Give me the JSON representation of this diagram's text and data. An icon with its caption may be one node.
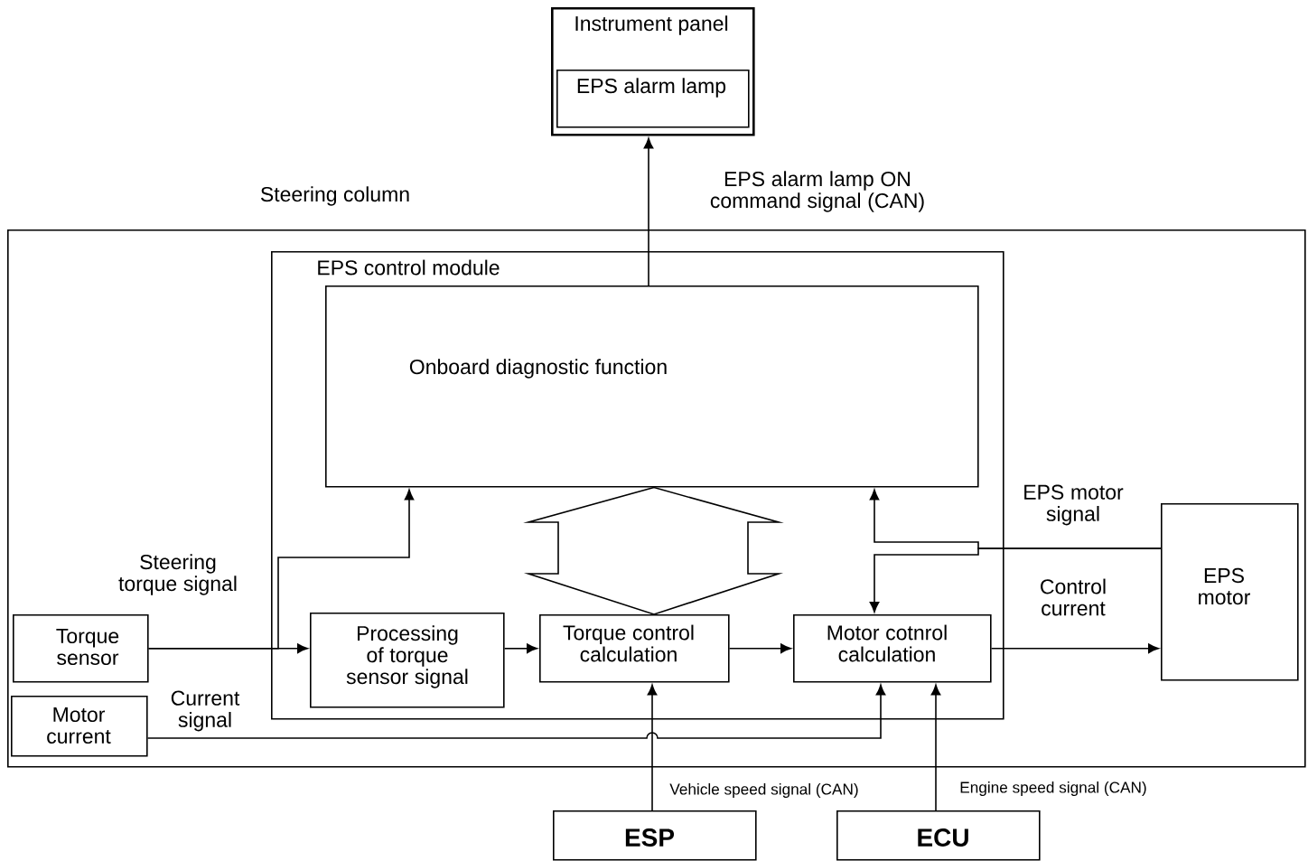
{
  "diagram": {
    "nodes": [
      {
        "text": [
          "Instrument panel"
        ]
      },
      {
        "text": [
          "EPS alarm lamp"
        ],
        "in": 0
      },
      {
        "text": [
          "Steering column"
        ]
      },
      {
        "text": [
          "EPS control module"
        ],
        "in": 2
      },
      {
        "text": [
          "Onboard diagnostic function"
        ],
        "in": 3
      },
      {
        "text": [
          "Torque sensor"
        ],
        "in": 2
      },
      {
        "text": [
          "Motor current"
        ],
        "in": 2
      },
      {
        "text": [
          "Processing of torque sensor signal"
        ],
        "in": 3
      },
      {
        "text": [
          "Torque control calculation"
        ],
        "in": 3
      },
      {
        "text": [
          "Motor cotnrol calculation"
        ],
        "in": 3
      },
      {
        "text": [
          "EPS motor"
        ],
        "in": 2
      },
      {
        "text": [
          "ESP"
        ]
      },
      {
        "text": [
          "ECU"
        ]
      }
    ],
    "edges": [
      {
        "from": 4,
        "to": 0,
        "arrow": "to",
        "label": "EPS alarm lamp ON command signal (CAN)"
      },
      {
        "from": 5,
        "to": 7,
        "arrow": "to",
        "label": "Steering torque signal"
      },
      {
        "from": 5,
        "to": 4,
        "arrow": "to"
      },
      {
        "from": 7,
        "to": 8,
        "arrow": "to"
      },
      {
        "from": 8,
        "to": 9,
        "arrow": "to"
      },
      {
        "from": 4,
        "to": 8,
        "arrow": "both",
        "style": "thick"
      },
      {
        "from": 10,
        "to": 4,
        "arrow": "to",
        "label": "EPS motor signal"
      },
      {
        "from": 10,
        "to": 9,
        "arrow": "to"
      },
      {
        "from": 9,
        "to": 10,
        "arrow": "to",
        "label": "Control current"
      },
      {
        "from": 6,
        "to": 9,
        "arrow": "to",
        "label": "Current signal"
      },
      {
        "from": 11,
        "to": 8,
        "arrow": "to",
        "label": "Vehicle speed signal (CAN)"
      },
      {
        "from": 12,
        "to": 9,
        "arrow": "to",
        "label": "Engine speed signal (CAN)"
      }
    ]
  }
}
